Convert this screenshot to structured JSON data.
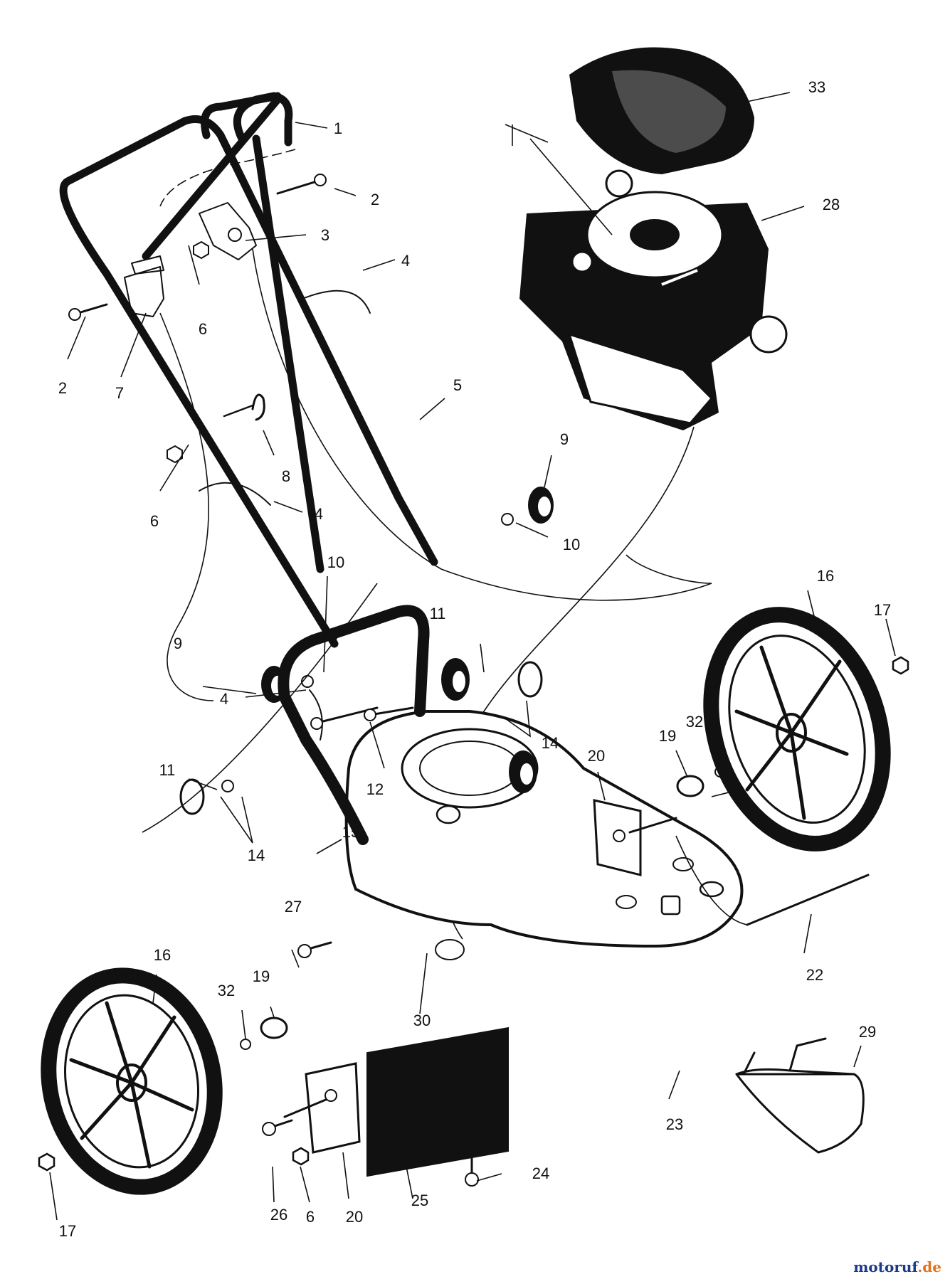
{
  "watermark": {
    "main": "motoruf",
    "suffix": ".de",
    "main_color": "#1b3a8a",
    "suffix_color": "#e3731b"
  },
  "part_labels": [
    "1",
    "2",
    "2",
    "3",
    "4",
    "4",
    "4",
    "5",
    "6",
    "6",
    "6",
    "7",
    "8",
    "9",
    "9",
    "10",
    "10",
    "11",
    "11",
    "12",
    "14",
    "14",
    "15",
    "16",
    "16",
    "17",
    "17",
    "19",
    "19",
    "20",
    "20",
    "22",
    "23",
    "24",
    "25",
    "26",
    "27",
    "28",
    "29",
    "30",
    "32",
    "32",
    "33"
  ]
}
